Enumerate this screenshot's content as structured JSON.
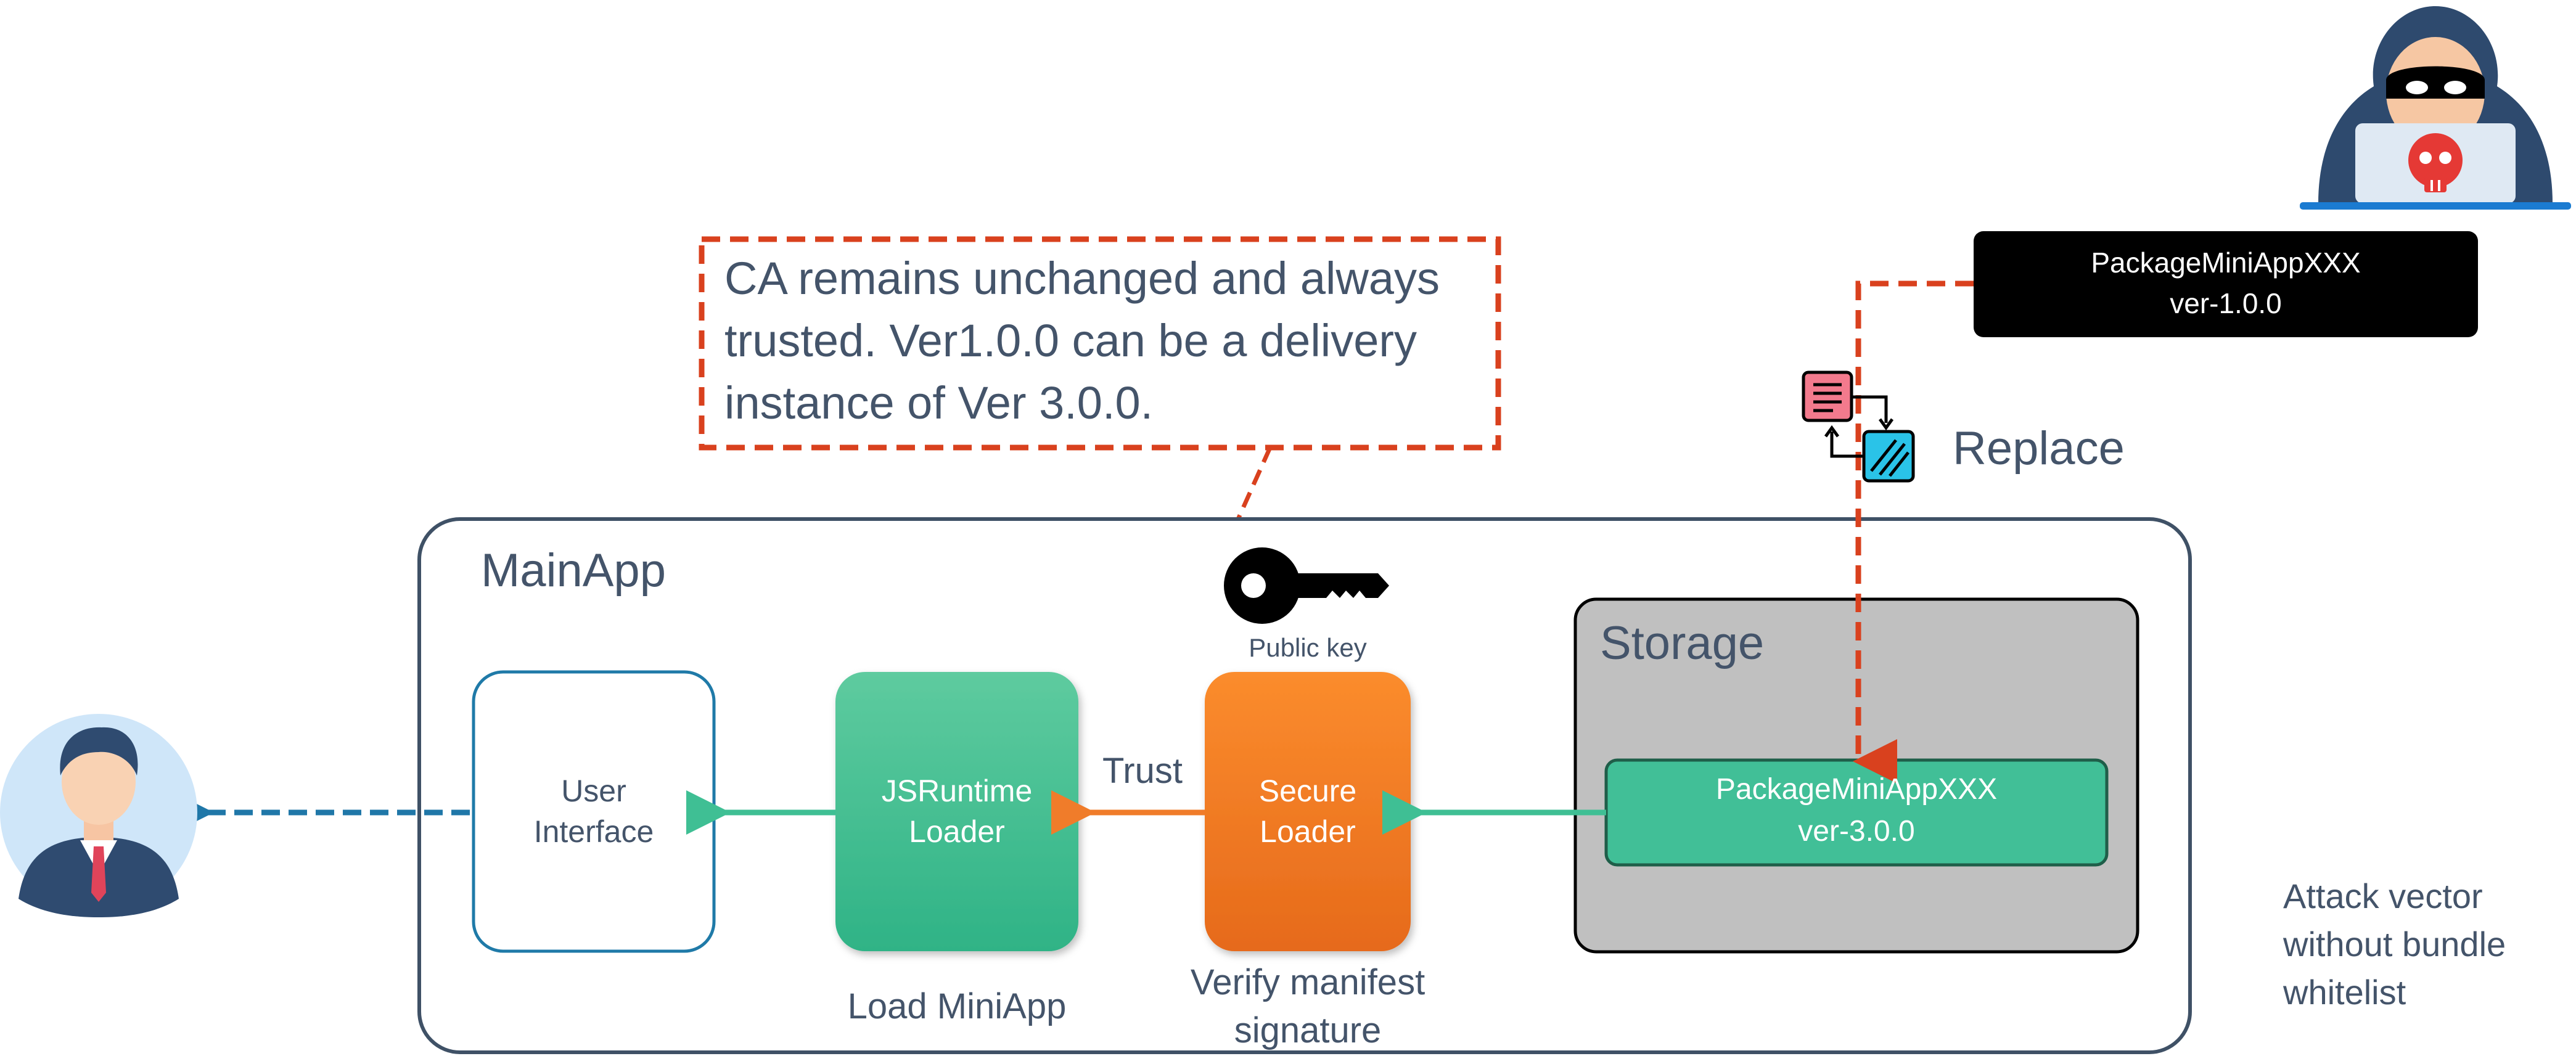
{
  "callout": {
    "lines": [
      "CA remains unchanged and always",
      "trusted. Ver1.0.0 can be a delivery",
      "instance of Ver 3.0.0."
    ]
  },
  "attacker_package": {
    "name": "PackageMiniAppXXX",
    "version": "ver-1.0.0"
  },
  "replace_label": "Replace",
  "mainapp": {
    "title": "MainApp",
    "user_interface": [
      "User",
      "Interface"
    ],
    "jsruntime_loader": [
      "JSRuntime",
      "Loader"
    ],
    "load_miniapp": "Load MiniApp",
    "trust": "Trust",
    "public_key": "Public key",
    "secure_loader": [
      "Secure",
      "Loader"
    ],
    "verify": [
      "Verify manifest",
      "signature"
    ]
  },
  "storage": {
    "title": "Storage",
    "package": {
      "name": "PackageMiniAppXXX",
      "version": "ver-3.0.0"
    }
  },
  "note": [
    "Attack vector",
    "without bundle",
    "whitelist"
  ],
  "colors": {
    "dashed_red": "#d9411e",
    "text": "#44546a",
    "green": "#3fbf94",
    "orange": "#f07c2a",
    "blue_dashed": "#1f77a8",
    "storage_bg": "#c0c0c0",
    "black_box": "#000000"
  },
  "icons": [
    "user-avatar-icon",
    "hacker-icon",
    "key-icon",
    "replace-files-icon",
    "skull-icon"
  ]
}
